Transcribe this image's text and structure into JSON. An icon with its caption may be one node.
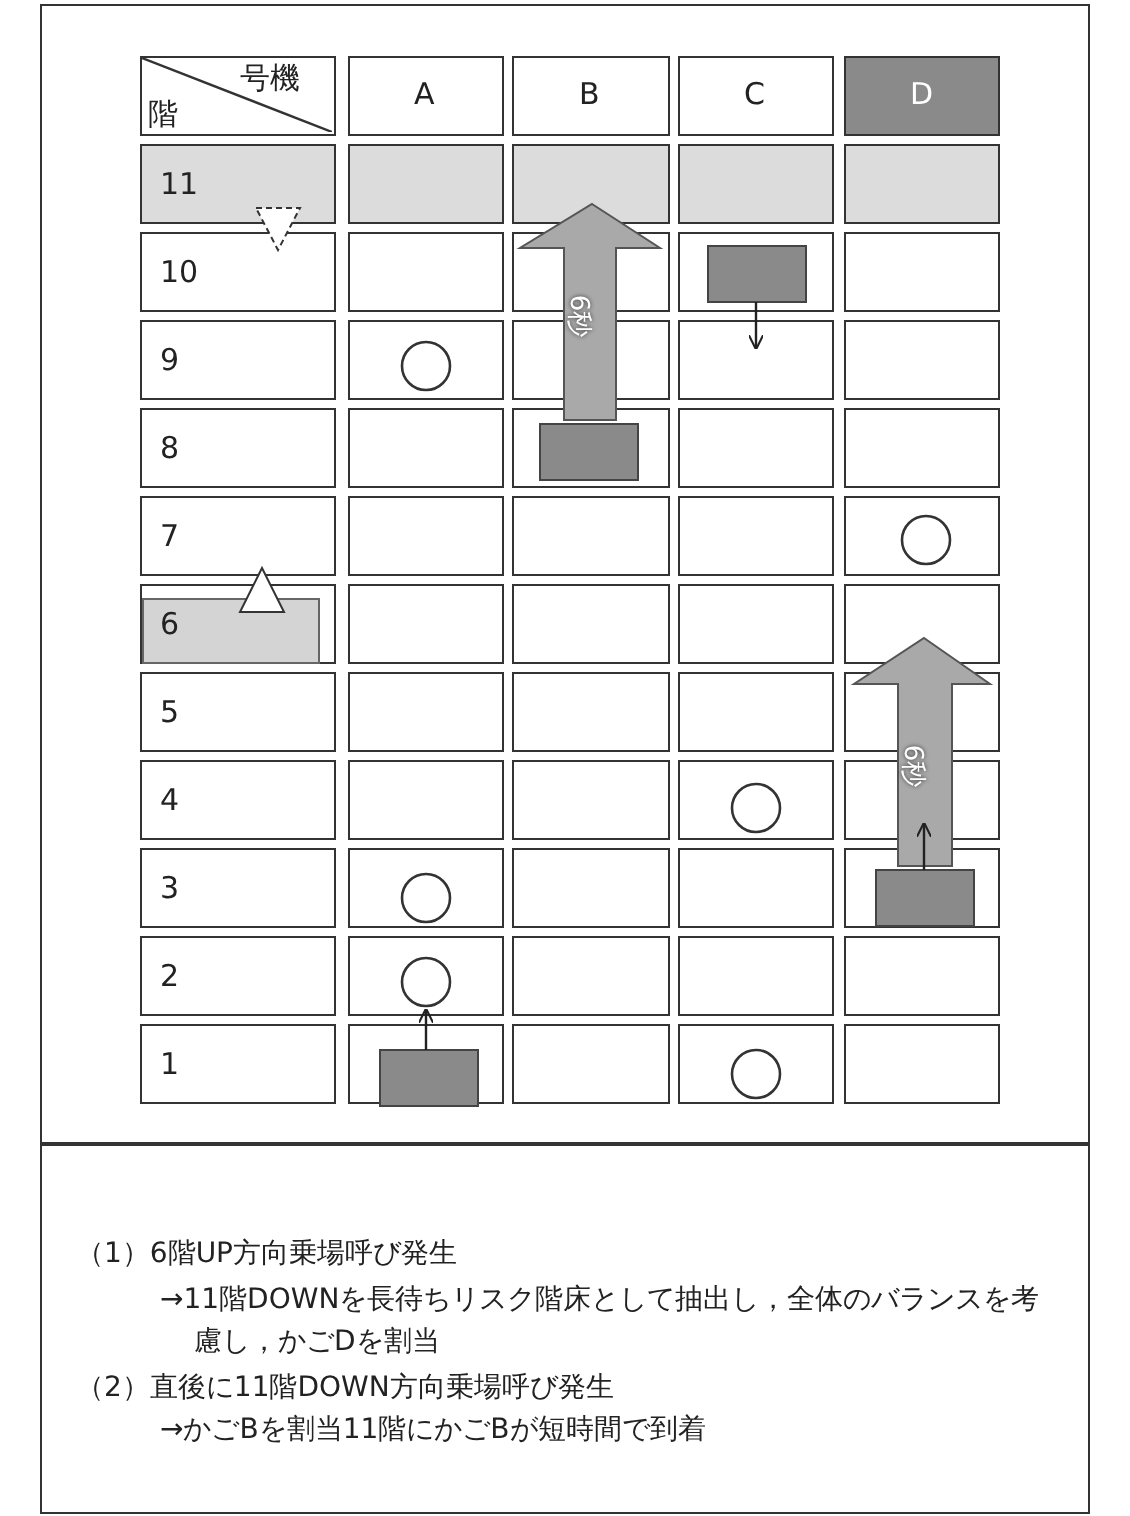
{
  "diagram": {
    "labels": [
      "号機",
      "階",
      "A",
      "B",
      "C",
      "D",
      "11",
      "10",
      "9",
      "8",
      "7",
      "6",
      "5",
      "4",
      "3",
      "2",
      "1",
      "6秒",
      "6秒",
      "（1）6階UP方向乗場呼び発生",
      "→11階DOWNを長待ちリスク階床として抽出し，全体のバランスを考慮し，かごDを割当",
      "（2）直後に11階DOWN方向乗場呼び発生",
      "→かごBを割当11階にかごBが短時間で到着"
    ]
  }
}
